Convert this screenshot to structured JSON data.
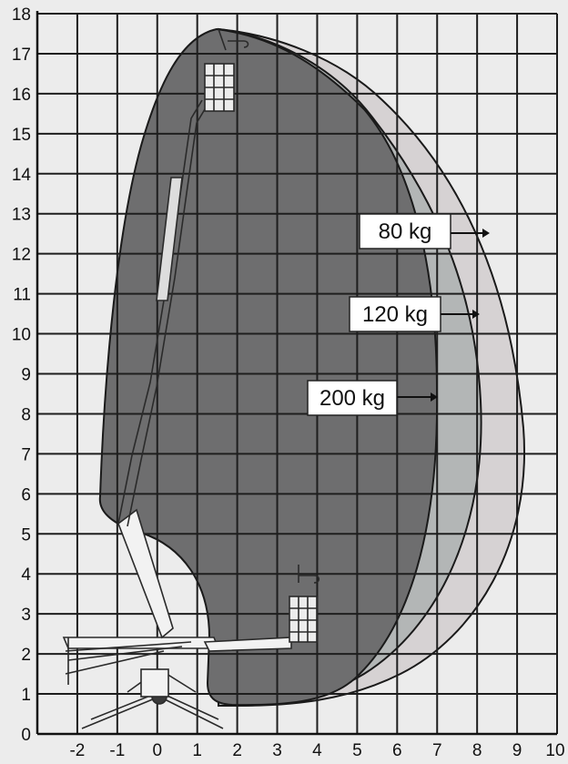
{
  "diagram": {
    "y_ticks": [
      "0",
      "1",
      "2",
      "3",
      "4",
      "5",
      "6",
      "7",
      "8",
      "9",
      "10",
      "11",
      "12",
      "13",
      "14",
      "15",
      "16",
      "17",
      "18"
    ],
    "x_ticks": [
      "-2",
      "-1",
      "0",
      "1",
      "2",
      "3",
      "4",
      "5",
      "6",
      "7",
      "8",
      "9",
      "10"
    ],
    "x_range": [
      -3,
      10
    ],
    "y_range": [
      0,
      18
    ],
    "grid": true,
    "envelopes": [
      {
        "label": "80 kg",
        "color": "#d6d2d3"
      },
      {
        "label": "120 kg",
        "color": "#b3b6b6"
      },
      {
        "label": "200 kg",
        "color": "#6e6e6f"
      }
    ],
    "background": "#ececec",
    "grid_color": "#1e1e1e",
    "machine_icon": "spider-lift-icon"
  }
}
